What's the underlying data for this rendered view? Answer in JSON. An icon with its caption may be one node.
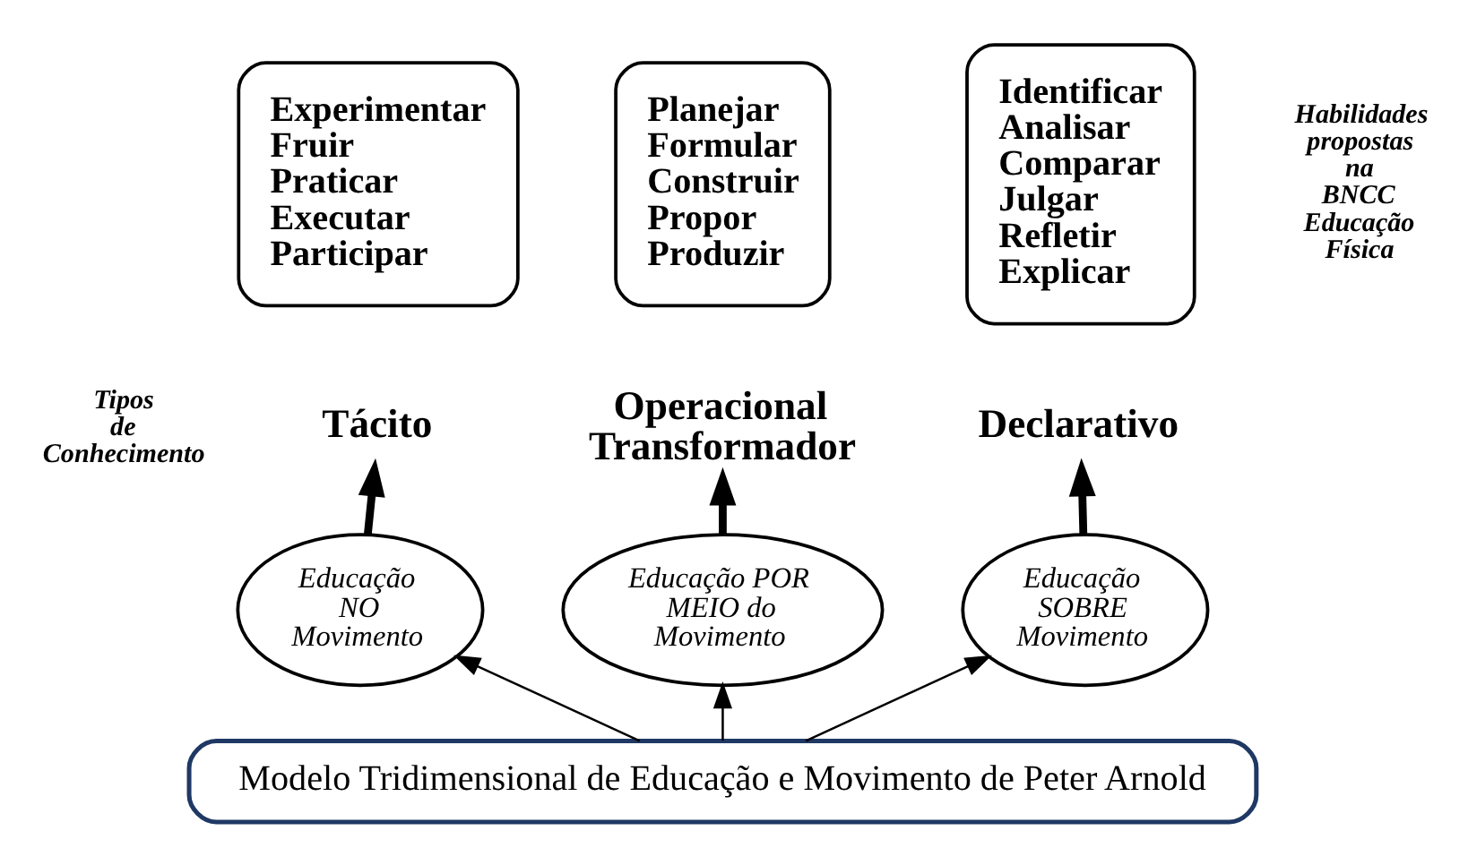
{
  "diagram": {
    "nodes": [
      {
        "text": [
          "Experimentar",
          "Fruir",
          "Praticar",
          "Executar",
          "Participar"
        ]
      },
      {
        "text": [
          "Planejar",
          "Formular",
          "Construir",
          "Propor",
          "Produzir"
        ]
      },
      {
        "text": [
          "Identificar",
          "Analisar",
          "Comparar",
          "Julgar",
          "Refletir",
          "Explicar"
        ]
      },
      {
        "text": [
          "Tácito"
        ]
      },
      {
        "text": [
          "Operacional Transformador"
        ]
      },
      {
        "text": [
          "Declarativo"
        ]
      },
      {
        "text": [
          "Educação NO Movimento"
        ]
      },
      {
        "text": [
          "Educação POR MEIO do Movimento"
        ]
      },
      {
        "text": [
          "Educação SOBRE Movimento"
        ]
      },
      {
        "text": [
          "Modelo Tridimensional de Educação e Movimento de Peter Arnold"
        ]
      }
    ],
    "edges": [
      {
        "from": 6,
        "to": 3,
        "arrow": "to",
        "style": "thick"
      },
      {
        "from": 7,
        "to": 4,
        "arrow": "to",
        "style": "thick"
      },
      {
        "from": 8,
        "to": 5,
        "arrow": "to",
        "style": "thick"
      },
      {
        "from": 9,
        "to": 6,
        "arrow": "to"
      },
      {
        "from": 9,
        "to": 7,
        "arrow": "to"
      },
      {
        "from": 9,
        "to": 8,
        "arrow": "to"
      }
    ],
    "labels": [
      "Habilidades propostas na BNCC Educação Física",
      "Tipos de Conhecimento"
    ]
  }
}
